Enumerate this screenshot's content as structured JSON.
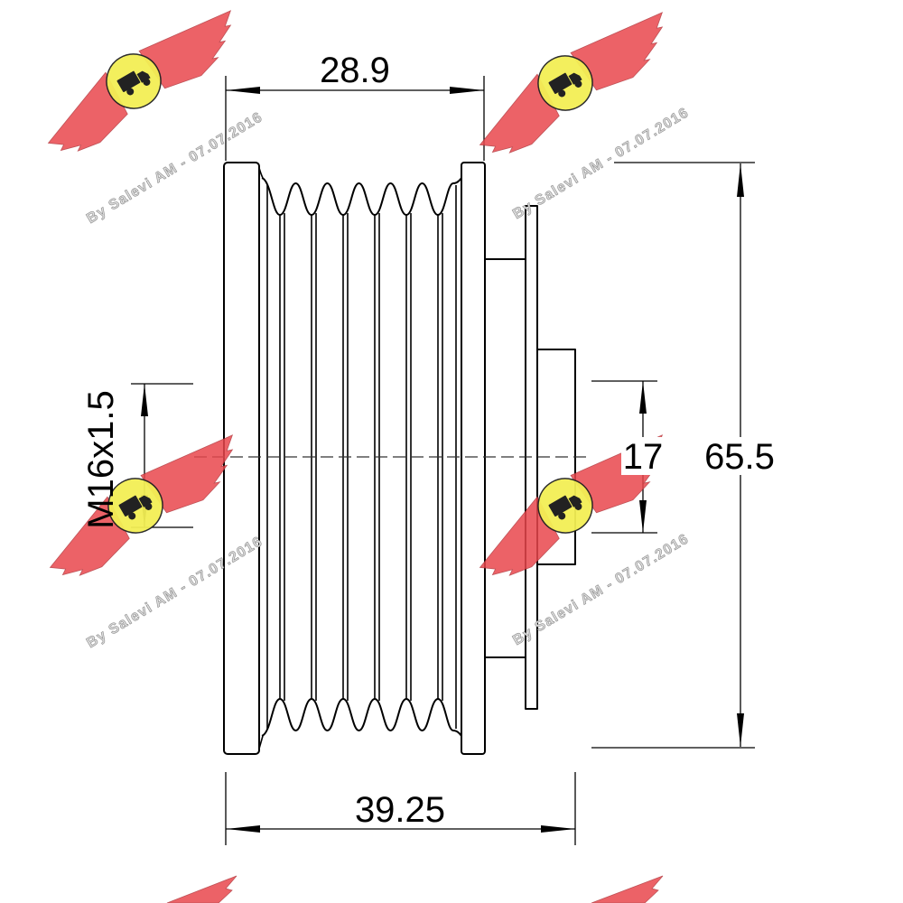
{
  "drawing": {
    "dimensions": {
      "top_width": "28.9",
      "overall_length": "39.25",
      "outer_diameter": "65.5",
      "stub_diameter": "17",
      "thread": "M16x1.5"
    },
    "watermark": {
      "text": "By Salevi AM - 07.07.2016"
    }
  },
  "colors": {
    "line": "#000000",
    "logo_red": "#e9474d",
    "logo_yellow": "#f3ef55"
  }
}
